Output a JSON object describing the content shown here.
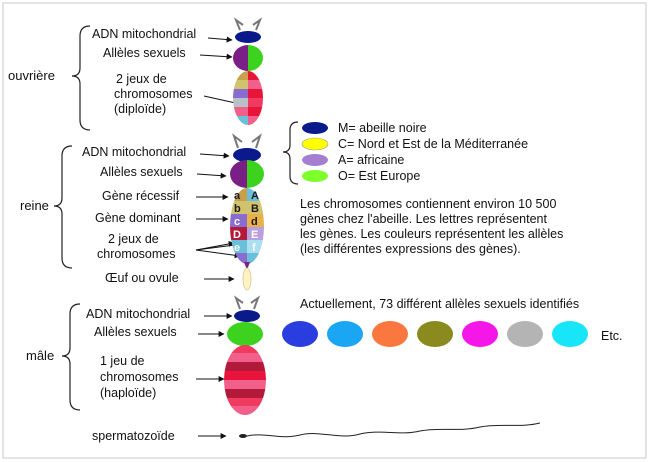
{
  "colors": {
    "navy": "#0a1a8a",
    "purple": "#7a1f86",
    "green": "#3cd21e",
    "red": "#e8143a",
    "pink": "#f0608a",
    "yellow": "#ffff00",
    "lavender": "#a47fd0",
    "lime": "#7cff2a"
  },
  "ouvriere": {
    "group": "ouvrière",
    "mito": "ADN mitochondrial",
    "sex": "Allèles sexuels",
    "chrom": [
      "2 jeux de",
      "chromosomes",
      "(diploïde)"
    ]
  },
  "reine": {
    "group": "reine",
    "mito": "ADN mitochondrial",
    "sex": "Allèles sexuels",
    "recessive": "Gène récessif",
    "dominant": "Gène dominant",
    "chrom": [
      "2 jeux de",
      "chromosomes"
    ],
    "genes_left": [
      "a",
      "b",
      "c",
      "D",
      "e"
    ],
    "genes_right": [
      "A",
      "B",
      "d",
      "E",
      "f"
    ],
    "egg": "Œuf ou ovule"
  },
  "legend": [
    {
      "icon": "navy-ellipse",
      "color": "#0a1a8a",
      "label": "M= abeille noire"
    },
    {
      "icon": "yellow-ellipse",
      "color": "#ffff00",
      "label": "C= Nord et Est de la Méditerranée"
    },
    {
      "icon": "lavender-ellipse",
      "color": "#a47fd0",
      "label": "A= africaine"
    },
    {
      "icon": "lime-ellipse",
      "color": "#7cff2a",
      "label": "O= Est Europe"
    }
  ],
  "description": [
    "Les chromosomes contiennent environ 10 500",
    "gènes chez l'abeille. Les lettres représentent",
    "les gènes. Les couleurs représentent les allèles",
    "(les différentes expressions des gènes)."
  ],
  "male": {
    "group": "mâle",
    "mito": "ADN mitochondrial",
    "sex": "Allèles sexuels",
    "chrom": [
      "1 jeu de",
      "chromosomes",
      "(haploïde)"
    ],
    "alleles_title": "Actuellement, 73 différent allèles sexuels identifiés",
    "allele_colors": [
      "#2a3ee0",
      "#1aa6f2",
      "#fa7840",
      "#8a8a1e",
      "#f516e8",
      "#b4b4b4",
      "#18e6f8"
    ],
    "etc": "Etc."
  },
  "sperm": "spermatozoïde"
}
